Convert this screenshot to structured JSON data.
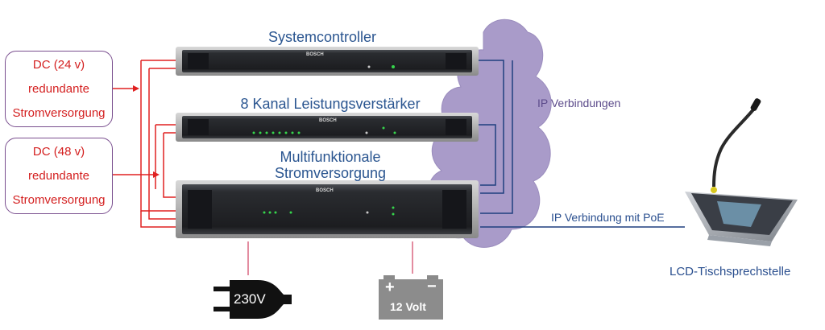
{
  "supplies": [
    {
      "line1": "DC (24 v)",
      "line2": "redundante",
      "line3": "Stromversorgung"
    },
    {
      "line1": "DC (48 v)",
      "line2": "redundante",
      "line3": "Stromversorgung"
    }
  ],
  "devices": {
    "controller": "Systemcontroller",
    "amplifier": "8 Kanal Leistungsverstärker",
    "psu_line1": "Multifunktionale",
    "psu_line2": "Stromversorgung"
  },
  "brand": "BOSCH",
  "ip_connections": "IP Verbindungen",
  "ip_poe": "IP Verbindung mit PoE",
  "station": "LCD-Tischsprechstelle",
  "plug_label": "230V",
  "battery": {
    "plus": "+",
    "minus": "−",
    "label": "12 Volt"
  },
  "colors": {
    "power_line": "#e02020",
    "network_line": "#1f3f7f",
    "cloud": "#a99bc9",
    "box_border": "#7a4f8f"
  }
}
